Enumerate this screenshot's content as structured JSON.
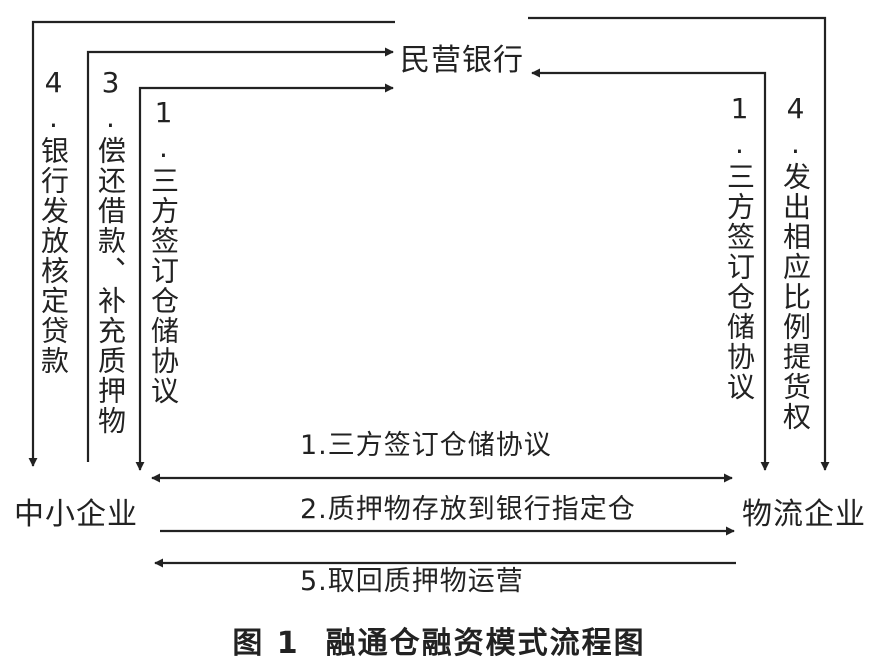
{
  "nodes": {
    "bank": "民营银行",
    "sme": "中小企业",
    "logistics": "物流企业"
  },
  "vertical_labels": {
    "left_1": "4.银行发放核定贷款",
    "left_2": "3.偿还借款、补充质押物",
    "left_3": "1.三方签订仓储协议",
    "right_1": "1.三方签订仓储协议",
    "right_2": "4.发出相应比例提货权"
  },
  "horizontal_labels": {
    "h1": "1.三方签订仓储协议",
    "h2": "2.质押物存放到银行指定仓",
    "h3": "5.取回质押物运营"
  },
  "caption": {
    "figure": "图 1",
    "title": "融通仓融资模式流程图"
  }
}
